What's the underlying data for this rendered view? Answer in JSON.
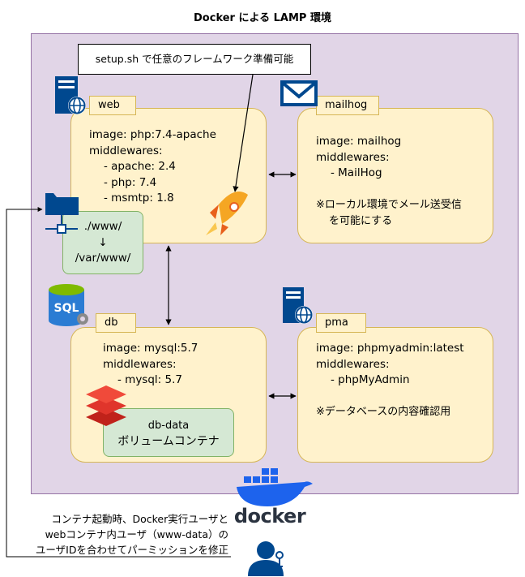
{
  "title": "Docker による LAMP 環境",
  "callout": "setup.sh で任意のフレームワーク準備可能",
  "web": {
    "tag": "web",
    "lines": [
      "image: php:7.4-apache",
      "middlewares:",
      "- apache: 2.4",
      "- php: 7.4",
      "- msmtp: 1.8"
    ]
  },
  "mailhog": {
    "tag": "mailhog",
    "lines": [
      "image: mailhog",
      "middlewares:",
      "- MailHog"
    ],
    "note": [
      "※ローカル環境でメール送受信",
      "を可能にする"
    ]
  },
  "db": {
    "tag": "db",
    "lines": [
      "image: mysql:5.7",
      "middlewares:",
      "- mysql: 5.7"
    ]
  },
  "pma": {
    "tag": "pma",
    "lines": [
      "image: phpmyadmin:latest",
      "middlewares:",
      "- phpMyAdmin"
    ],
    "note": "※データベースの内容確認用"
  },
  "volume_www": [
    "./www/",
    "↓",
    "/var/www/"
  ],
  "volume_db": [
    "db-data",
    "ボリュームコンテナ"
  ],
  "sql_icon_label": "SQL",
  "docker_logo_text": "docker",
  "bottom_note": [
    "コンテナ起動時、Docker実行ユーザと",
    "webコンテナ内ユーザ（www-data）の",
    "ユーザIDを合わせてパーミッションを修正"
  ],
  "colors": {
    "outer_fill": "#e1d5e7",
    "card_fill": "#fff2cc",
    "volume_fill": "#d5e8d4",
    "icon_navy": "#00488f",
    "docker_blue": "#1d63ed"
  }
}
